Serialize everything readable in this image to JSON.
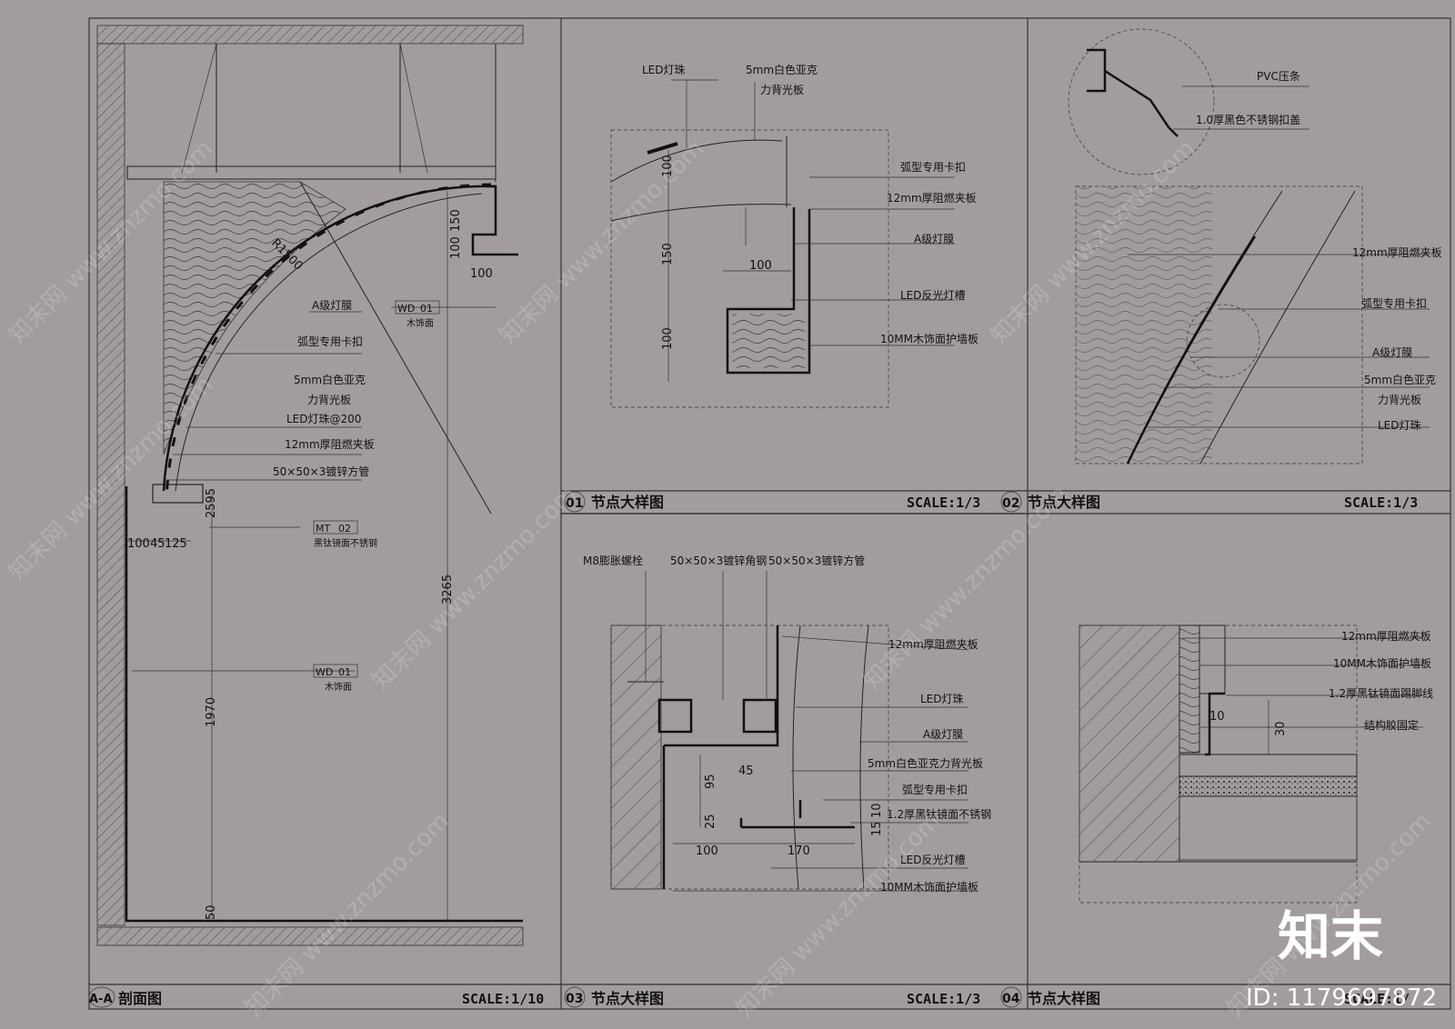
{
  "sections": [
    {
      "id": "A-A",
      "title": "剖面图",
      "scale": "SCALE:1/10"
    },
    {
      "id": "01",
      "title": "节点大样图",
      "scale": "SCALE:1/3"
    },
    {
      "id": "02",
      "title": "节点大样图",
      "scale": "SCALE:1/3"
    },
    {
      "id": "03",
      "title": "节点大样图",
      "scale": "SCALE:1/3"
    },
    {
      "id": "04",
      "title": "节点大样图",
      "scale": "SCALE:1/"
    }
  ],
  "section_aa": {
    "radius_label": "R1500",
    "labels": [
      "A级灯膜",
      "弧型专用卡扣",
      "5mm白色亚克",
      "力背光板",
      "LED灯珠@200",
      "12mm厚阻燃夹板",
      "50×50×3镀锌方管"
    ],
    "tags": [
      {
        "code": "WD",
        "num": "01",
        "note": "木饰面"
      },
      {
        "code": "MT",
        "num": "02",
        "note": "黑钛镜面不锈钢"
      },
      {
        "code": "WD",
        "num": "01",
        "note": "木饰面"
      }
    ],
    "dims": [
      "100",
      "150",
      "100",
      "2595",
      "100",
      "45",
      "125",
      "3265",
      "1970",
      "50"
    ]
  },
  "detail_01": {
    "labels": [
      "LED灯珠",
      "5mm白色亚克",
      "力背光板",
      "弧型专用卡扣",
      "12mm厚阻燃夹板",
      "A级灯膜",
      "LED反光灯槽",
      "10MM木饰面护墙板"
    ],
    "dims": [
      "100",
      "150",
      "100",
      "100"
    ]
  },
  "detail_02": {
    "labels": [
      "PVC压条",
      "1.0厚黑色不锈钢扣盖",
      "12mm厚阻燃夹板",
      "弧型专用卡扣",
      "A级灯膜",
      "5mm白色亚克",
      "力背光板",
      "LED灯珠"
    ]
  },
  "detail_03": {
    "labels": [
      "M8膨胀螺栓",
      "50×50×3镀锌角钢",
      "50×50×3镀锌方管",
      "12mm厚阻燃夹板",
      "LED灯珠",
      "A级灯膜",
      "5mm白色亚克力背光板",
      "弧型专用卡扣",
      "1.2厚黑钛镜面不锈钢",
      "LED反光灯槽",
      "10MM木饰面护墙板"
    ],
    "dims": [
      "45",
      "95",
      "25",
      "100",
      "170",
      "15",
      "10"
    ]
  },
  "detail_04": {
    "labels": [
      "12mm厚阻燃夹板",
      "10MM木饰面护墙板",
      "1.2厚黑钛镜面踢脚线",
      "结构胶固定"
    ],
    "dims": [
      "10",
      "30"
    ]
  },
  "watermark": "知末网 www.znzmo.com",
  "brand": "知末",
  "id_text": "ID: 1179697872"
}
